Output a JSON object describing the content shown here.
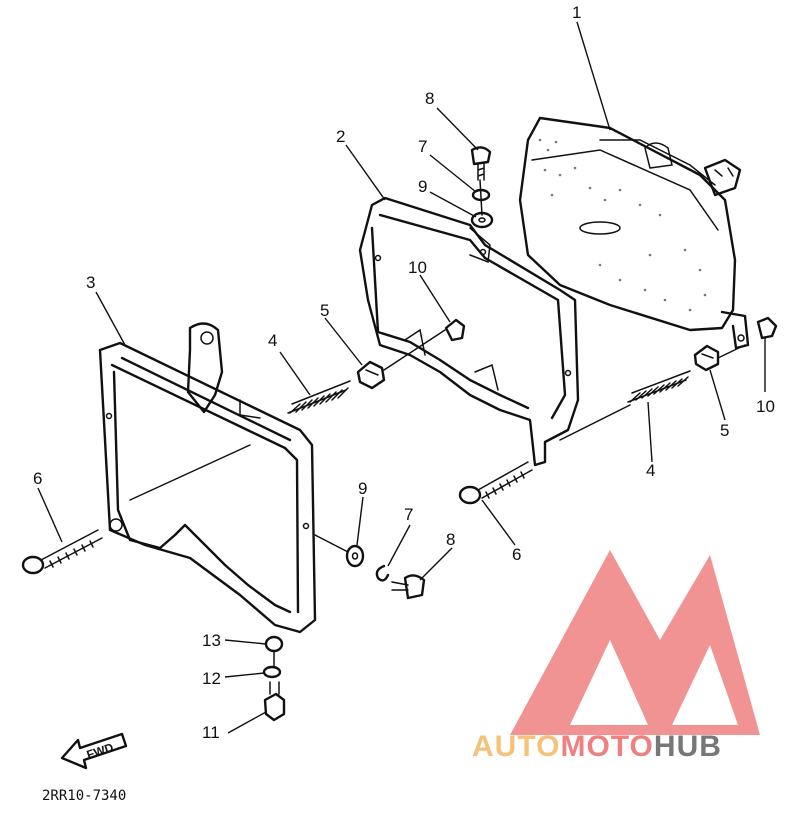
{
  "diagram": {
    "part_numbers": {
      "p1": "1",
      "p2": "2",
      "p3": "3",
      "p4a": "4",
      "p4b": "4",
      "p5a": "5",
      "p5b": "5",
      "p6a": "6",
      "p6b": "6",
      "p7a": "7",
      "p7b": "7",
      "p8a": "8",
      "p8b": "8",
      "p9a": "9",
      "p9b": "9",
      "p10a": "10",
      "p10b": "10",
      "p11": "11",
      "p12": "12",
      "p13": "13"
    },
    "fwd_label": "FWD",
    "diagram_code": "2RR10-7340"
  },
  "watermark": {
    "word_auto": "AUTO",
    "word_moto": "MOTO",
    "word_hub": "HUB",
    "colors": {
      "triangle": "#f08080",
      "auto": "#f5c27a",
      "moto": "#f08080",
      "hub": "#777777"
    }
  }
}
